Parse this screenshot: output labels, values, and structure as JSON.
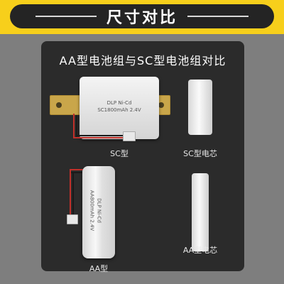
{
  "banner": {
    "title": "尺寸对比"
  },
  "panel": {
    "title": "AA型电池组与SC型电池组对比"
  },
  "sc_pack": {
    "label_brand": "DLP Ni-Cd",
    "label_spec": "SC1800mAh 2.4V",
    "caption": "SC型"
  },
  "sc_cell": {
    "caption": "SC型电芯"
  },
  "aa_pack": {
    "label_brand": "DLP Ni-Cd",
    "label_spec": "AA800mAh 2.4V",
    "caption": "AA型"
  },
  "aa_cell": {
    "caption": "AA型电芯"
  },
  "colors": {
    "banner": "#f7cf1b",
    "pill": "#242424",
    "panel": "#2b2b2b",
    "background": "#7e7e7e"
  }
}
